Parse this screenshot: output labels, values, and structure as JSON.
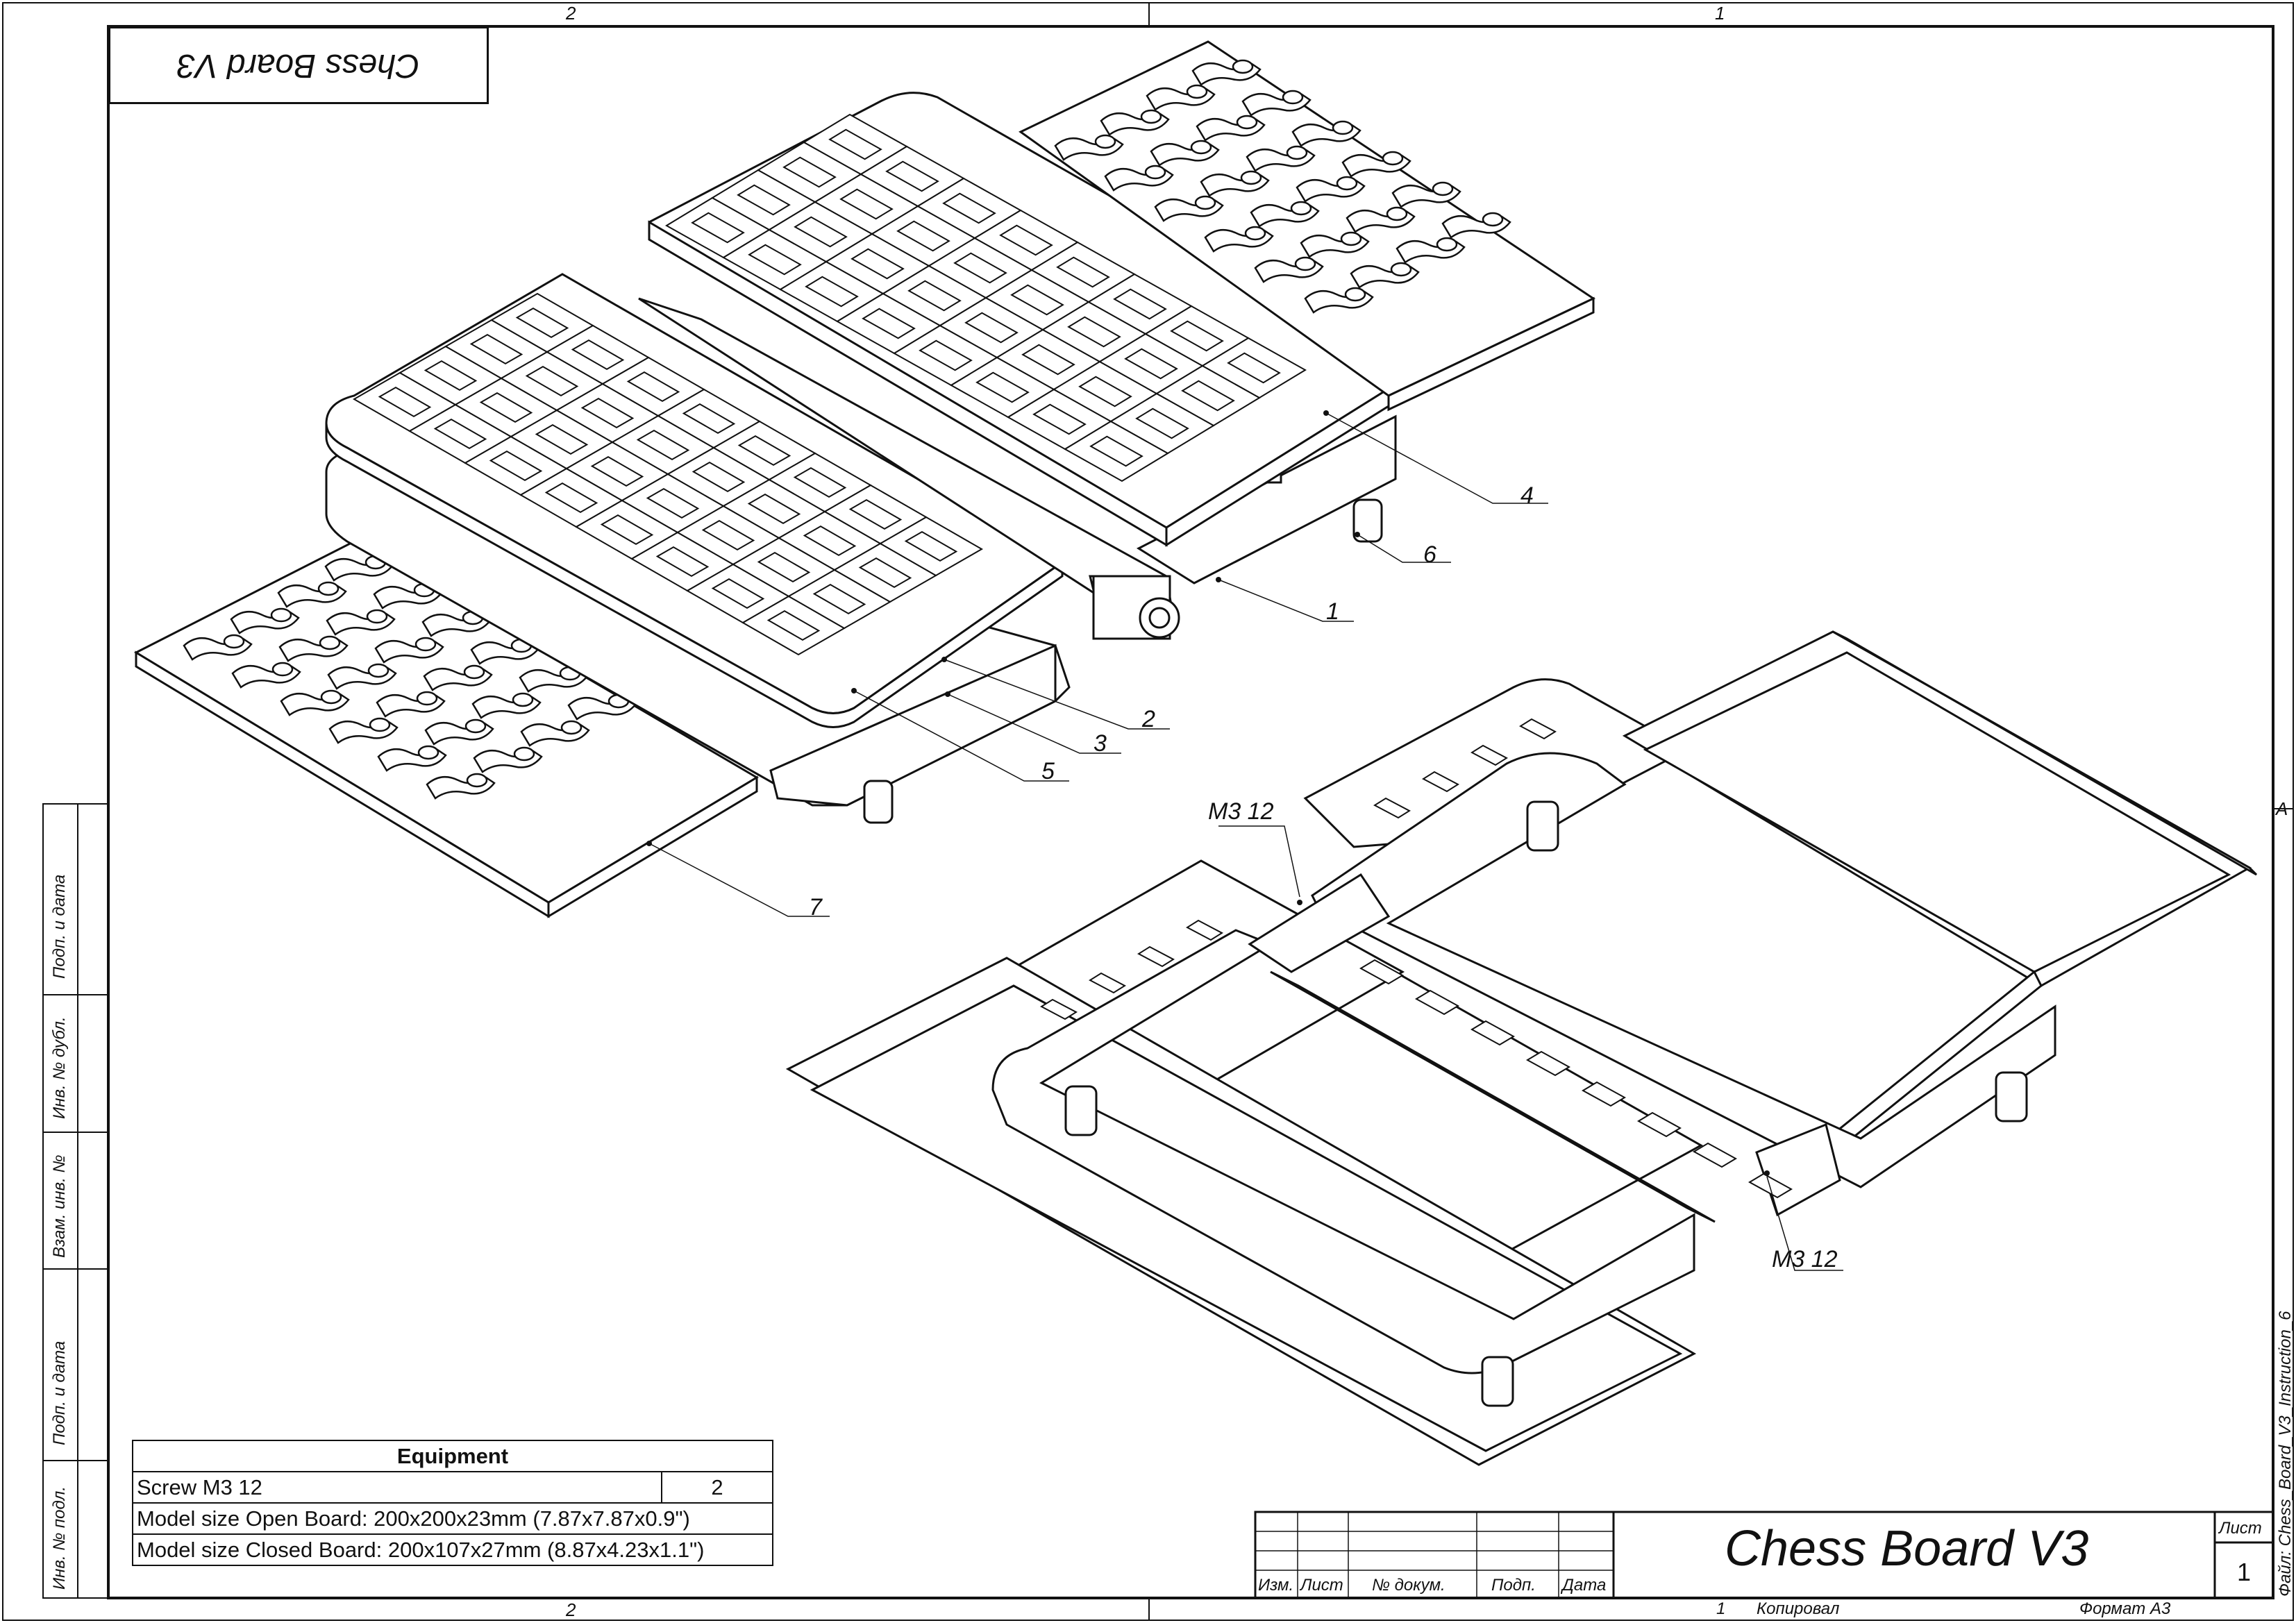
{
  "sheet": {
    "zone_top_left": "2",
    "zone_top_right": "1",
    "zone_bottom_left": "2",
    "zone_bottom_right": "1",
    "zone_side": "A"
  },
  "title_box": {
    "text": "Chess Board V3"
  },
  "side_block": {
    "labels": [
      "Подп. и дата",
      "Инв. № дубл.",
      "Взам. инв. №",
      "Подп. и дата",
      "Инв. № подл."
    ]
  },
  "callouts": {
    "c1": "1",
    "c2": "2",
    "c3": "3",
    "c4": "4",
    "c5": "5",
    "c6": "6",
    "c7": "7",
    "screw_a": "M3 12",
    "screw_b": "M3 12"
  },
  "equipment": {
    "header": "Equipment",
    "rows": [
      {
        "item": "Screw M3 12",
        "qty": "2"
      },
      {
        "item": "Model size Open Board: 200x200x23mm (7.87x7.87x0.9\")"
      },
      {
        "item": "Model size Closed Board: 200x107x27mm (8.87x4.23x1.1\")"
      }
    ]
  },
  "stamp": {
    "title": "Chess Board V3",
    "col_izm": "Изм.",
    "col_list": "Лист",
    "col_doc": "№ докум.",
    "col_podp": "Подп.",
    "col_date": "Дата",
    "sheet_label": "Лист",
    "sheet_number": "1"
  },
  "footer": {
    "copied_num": "1",
    "copied": "Копировал",
    "format": "Формат А3",
    "file": "Файл: Chess_Board_V3_Instruction_6"
  }
}
